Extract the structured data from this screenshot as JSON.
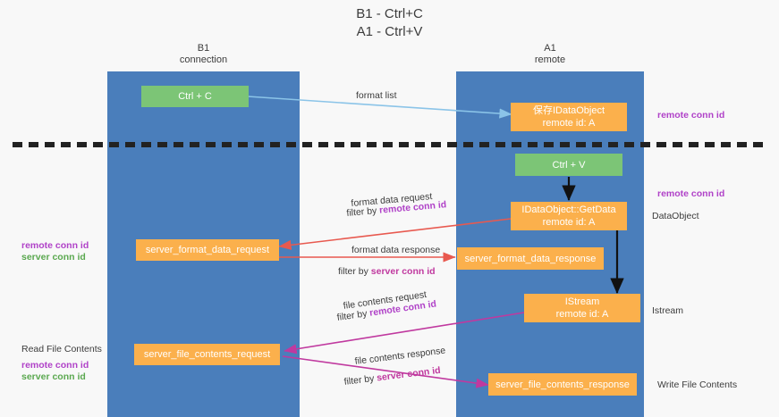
{
  "title": {
    "line1": "B1 - Ctrl+C",
    "line2": "A1 - Ctrl+V"
  },
  "lanes": [
    {
      "id": "b1",
      "name": "B1",
      "role": "connection",
      "color": "#4a7ebb"
    },
    {
      "id": "a1",
      "name": "A1",
      "role": "remote",
      "color": "#4a7ebb"
    }
  ],
  "nodes": {
    "ctrl_c": {
      "line1": "Ctrl + C",
      "line2": "",
      "color": "#7cc576"
    },
    "save_idataobject": {
      "line1": "保存IDataObject",
      "line2": "remote id: A",
      "color": "#fbb04c"
    },
    "ctrl_v": {
      "line1": "Ctrl + V",
      "line2": "",
      "color": "#7cc576"
    },
    "idataobject_getdata": {
      "line1": "IDataObject::GetData",
      "line2": "remote id: A",
      "color": "#fbb04c"
    },
    "server_format_data_request": {
      "line1": "server_format_data_request",
      "line2": "",
      "color": "#fbb04c"
    },
    "server_format_data_response": {
      "line1": "server_format_data_response",
      "line2": "",
      "color": "#fbb04c"
    },
    "istream": {
      "line1": "IStream",
      "line2": "remote id: A",
      "color": "#fbb04c"
    },
    "server_file_contents_request": {
      "line1": "server_file_contents_request",
      "line2": "",
      "color": "#fbb04c"
    },
    "server_file_contents_response": {
      "line1": "server_file_contents_response",
      "line2": "",
      "color": "#fbb04c"
    }
  },
  "edges": {
    "format_list": {
      "label": "format list"
    },
    "format_data_request": {
      "label": "format data request",
      "filter_prefix": "filter by ",
      "filter_target": "remote conn id"
    },
    "format_data_response": {
      "label": "format data response",
      "filter_prefix": "filter by ",
      "filter_target": "server conn id"
    },
    "file_contents_request": {
      "label": "file contents request",
      "filter_prefix": "filter by ",
      "filter_target": "remote conn id"
    },
    "file_contents_response": {
      "label": "file contents response",
      "filter_prefix": "filter by ",
      "filter_target": "server conn id"
    }
  },
  "annotations": {
    "right_remote_conn_id_top": "remote conn id",
    "right_remote_conn_id_mid": "remote conn id",
    "right_dataobject": "DataObject",
    "right_istream": "Istream",
    "right_write_file_contents": "Write File Contents",
    "left_remote_conn_id_mid": "remote conn id",
    "left_server_conn_id_mid": "server conn id",
    "left_read_file_contents": "Read File Contents",
    "left_remote_conn_id_bottom": "remote conn id",
    "left_server_conn_id_bottom": "server conn id"
  },
  "colors": {
    "lane": "#4a7ebb",
    "green_node": "#7cc576",
    "orange_node": "#fbb04c",
    "purple_text": "#b042c8",
    "green_text": "#5aa84f",
    "background": "#f8f8f8",
    "divider": "#222222",
    "arrow_blue": "#8bc4e8",
    "arrow_red": "#e8594f",
    "arrow_magenta": "#c0399f",
    "arrow_black": "#111111"
  }
}
